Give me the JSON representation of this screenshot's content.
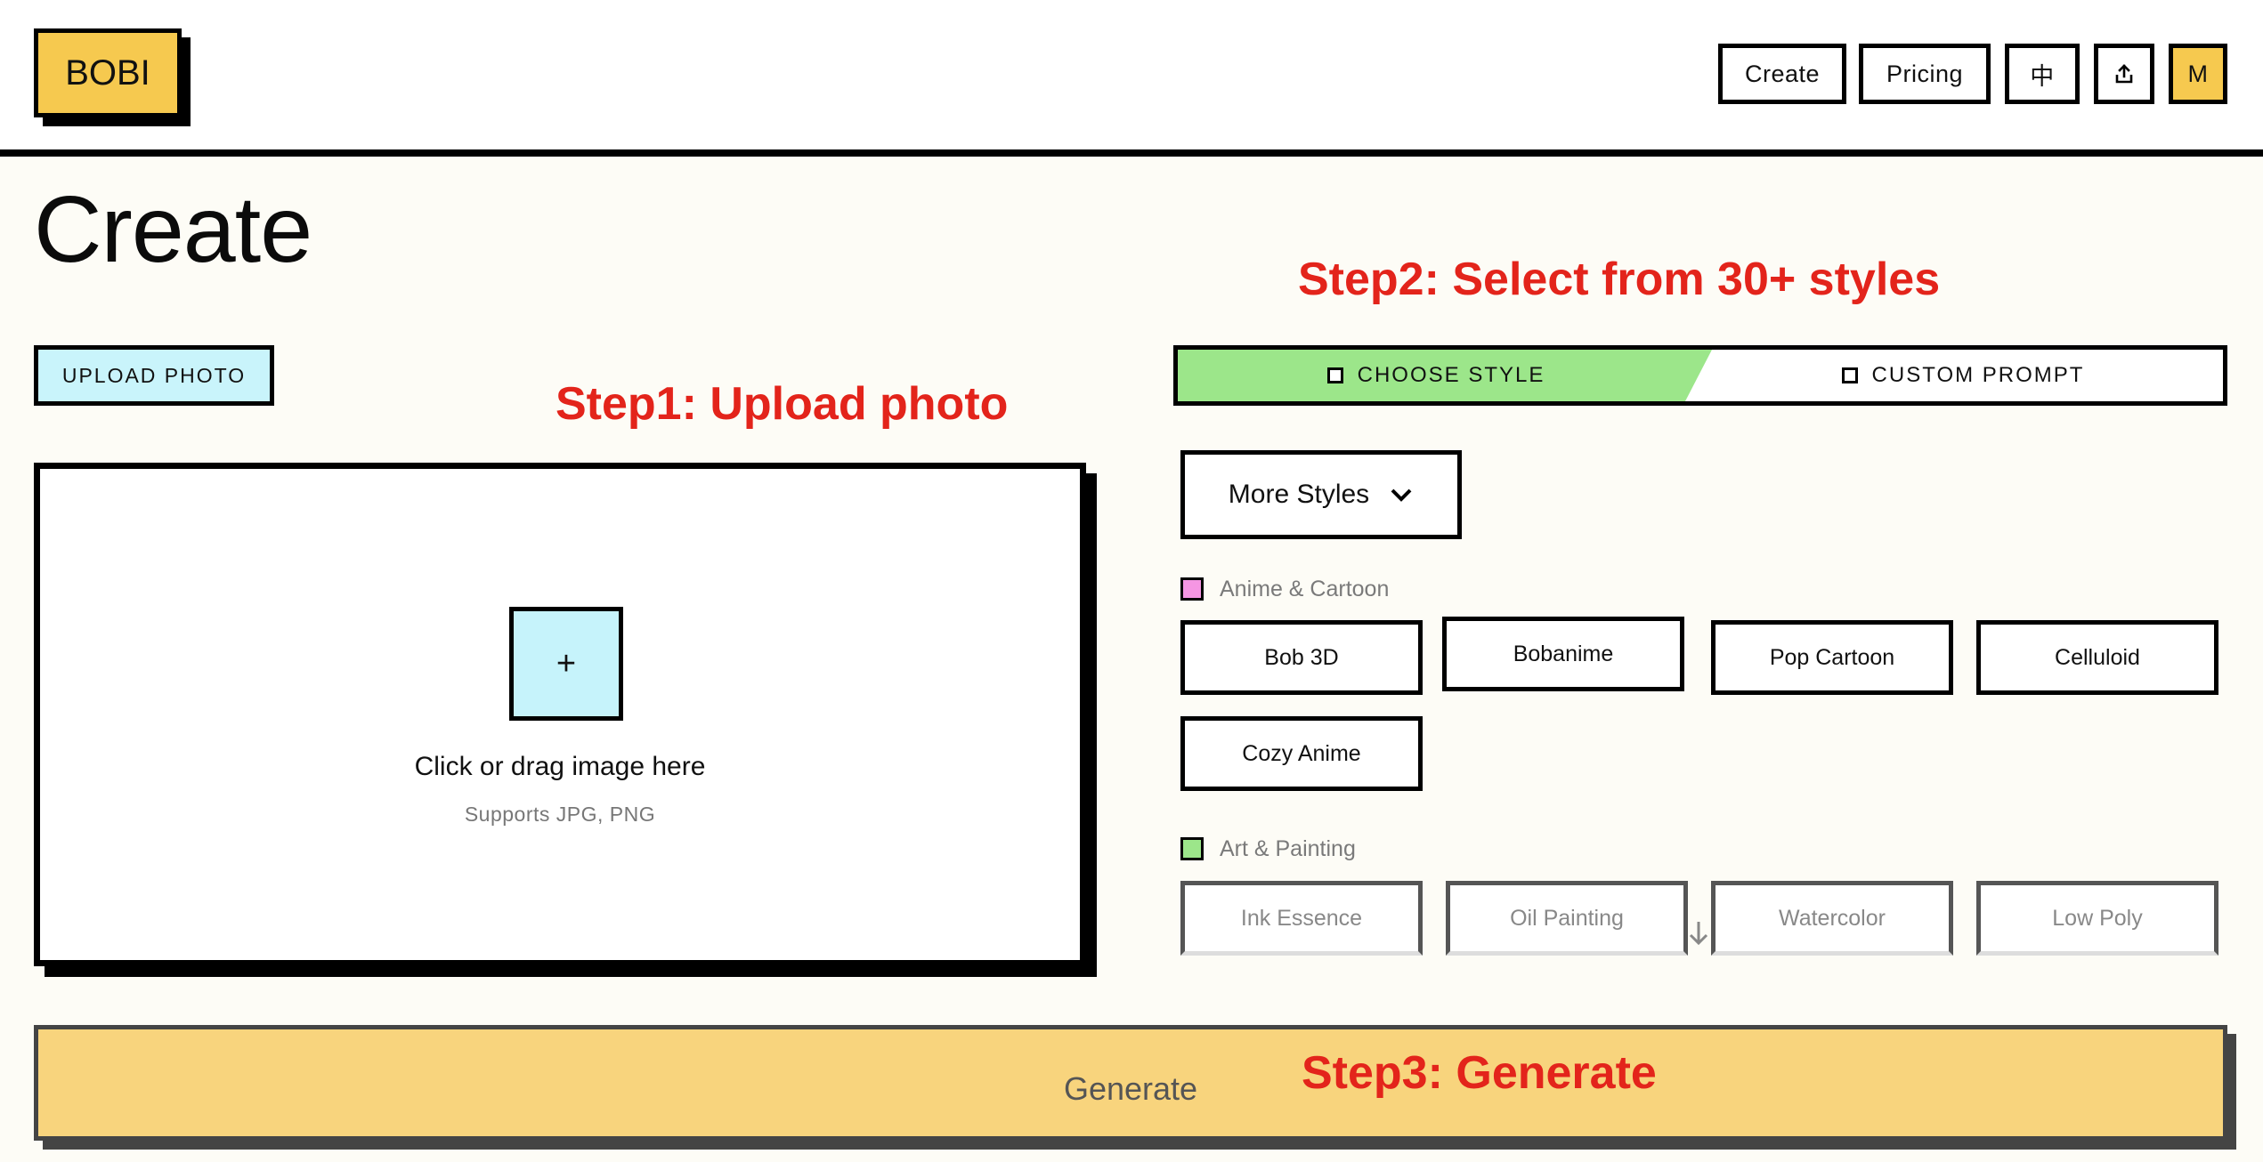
{
  "header": {
    "logo": "BOBI",
    "nav": {
      "create": "Create",
      "pricing": "Pricing",
      "language": "中",
      "share_icon": "share-icon",
      "avatar": "M"
    }
  },
  "page": {
    "title": "Create"
  },
  "annotations": {
    "step1": "Step1: Upload photo",
    "step2": "Step2: Select from 30+ styles",
    "step3": "Step3: Generate"
  },
  "upload": {
    "tab_label": "UPLOAD PHOTO",
    "plus": "+",
    "drop_text": "Click or drag image here",
    "supports_text": "Supports JPG, PNG"
  },
  "mode_toggle": {
    "choose_style": "CHOOSE STYLE",
    "custom_prompt": "CUSTOM PROMPT",
    "active": "CHOOSE STYLE"
  },
  "styles": {
    "more_styles": "More Styles",
    "categories": [
      {
        "name": "Anime & Cartoon",
        "color": "#f596e3",
        "items": [
          "Bob 3D",
          "Bobanime",
          "Pop Cartoon",
          "Celluloid",
          "Cozy Anime"
        ]
      },
      {
        "name": "Art & Painting",
        "color": "#9ce68a",
        "items": [
          "Ink Essence",
          "Oil Painting",
          "Watercolor",
          "Low Poly"
        ]
      }
    ]
  },
  "generate": {
    "label": "Generate"
  },
  "colors": {
    "brand_yellow": "#f6c94f",
    "upload_cyan": "#c9f4fb",
    "active_green": "#9ce68a",
    "annotation_red": "#e3241b",
    "generate_yellow": "#f8d47d"
  }
}
